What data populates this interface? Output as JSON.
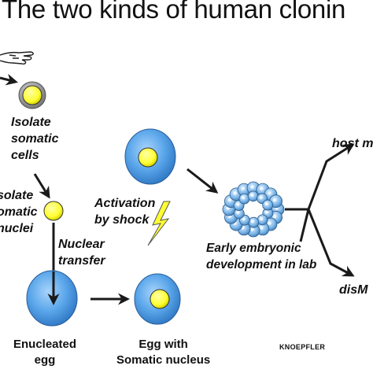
{
  "title": "The two kinds of human clonin",
  "labels": {
    "isolate_cells": [
      "Isolate",
      "somatic",
      "cells"
    ],
    "isolate_nuclei": [
      "solate",
      "omatic",
      "nuclei"
    ],
    "nuclear_transfer": [
      "Nuclear",
      "transfer"
    ],
    "activation": [
      "Activation",
      "by shock"
    ],
    "early_development": [
      "Early embryonic",
      "development in lab"
    ],
    "enucleated_egg": [
      "Enucleated",
      "egg"
    ],
    "egg_with_nucleus": [
      "Egg with",
      "Somatic nucleus"
    ],
    "host": "host m",
    "discard": "disM",
    "signature": "KNOEPFLER"
  },
  "colors": {
    "cell_fill": "#4f9fe6",
    "nucleus_fill": "#ffff33",
    "membrane_gray": "#8a8a8a",
    "arrow": "#1a1a1a",
    "lightning": "#ffff33"
  },
  "icons": [
    "hand-icon",
    "lightning-bolt-icon"
  ]
}
